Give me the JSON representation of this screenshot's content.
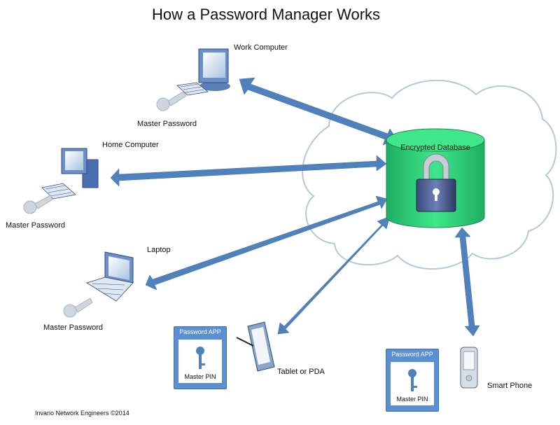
{
  "title": "How a Password Manager Works",
  "database": {
    "label": "Encrypted Database"
  },
  "devices": {
    "work": {
      "name": "Work Computer",
      "credential": "Master Password"
    },
    "home": {
      "name": "Home Computer",
      "credential": "Master Password"
    },
    "laptop": {
      "name": "Laptop",
      "credential": "Master Password"
    },
    "tablet": {
      "name": "Tablet or PDA"
    },
    "phone": {
      "name": "Smart Phone"
    }
  },
  "apps": {
    "tablet": {
      "header": "Password APP",
      "credential": "Master PIN"
    },
    "phone": {
      "header": "Password APP",
      "credential": "Master PIN"
    }
  },
  "footer": "Invario Network Engineers ©2014",
  "colors": {
    "arrow": "#4f81bd",
    "cylinder": "#2ecc71",
    "cloud_stroke": "#b8c7d6",
    "app_card": "#5b8fd1"
  }
}
